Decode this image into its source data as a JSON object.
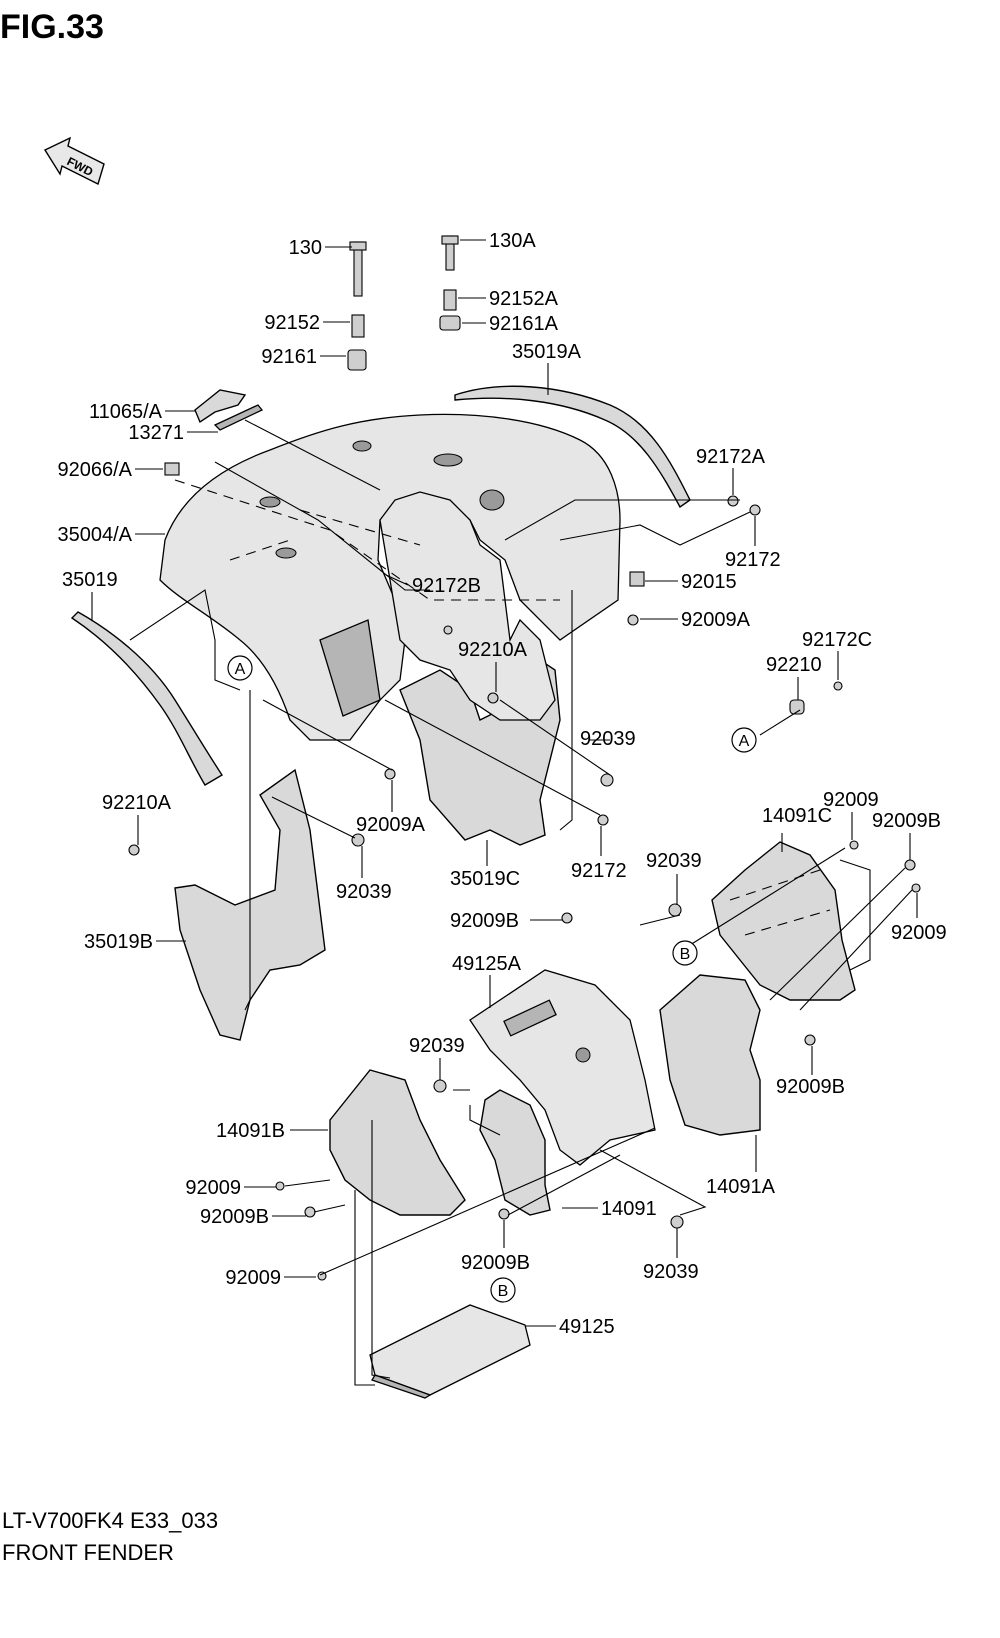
{
  "figure": {
    "title": "FIG.33",
    "fwd_label": "FWD",
    "model_code": "LT-V700FK4 E33_033",
    "section_name": "FRONT FENDER"
  },
  "callouts": {
    "c1": "130",
    "c2": "130A",
    "c3": "92152",
    "c4": "92152A",
    "c5": "92161A",
    "c6": "92161",
    "c7": "35019A",
    "c8": "11065/A",
    "c9": "13271",
    "c10": "92172A",
    "c11": "92066/A",
    "c12": "92172",
    "c13": "35004/A",
    "c14": "92172B",
    "c15": "92015",
    "c16": "35019",
    "c17": "92009A",
    "c18": "92172C",
    "c19": "92210A",
    "c20": "92210",
    "c21": "92039",
    "c22": "92009",
    "c23": "92210A",
    "c24": "92009A",
    "c25": "14091C",
    "c26": "92009B",
    "c27": "92039",
    "c28": "35019C",
    "c29": "92172",
    "c30": "92039",
    "c31": "35019B",
    "c32": "92009B",
    "c33": "92009",
    "c34": "49125A",
    "c35": "92039",
    "c36": "92009B",
    "c37": "14091B",
    "c38": "14091A",
    "c39": "92009",
    "c40": "92009B",
    "c41": "14091",
    "c42": "92009",
    "c43": "92009B",
    "c44": "92039",
    "c45": "49125"
  },
  "ref_markers": {
    "a": "A",
    "b": "B"
  },
  "colors": {
    "line": "#000000",
    "part_fill": "#d9d9d9",
    "background": "#ffffff"
  }
}
